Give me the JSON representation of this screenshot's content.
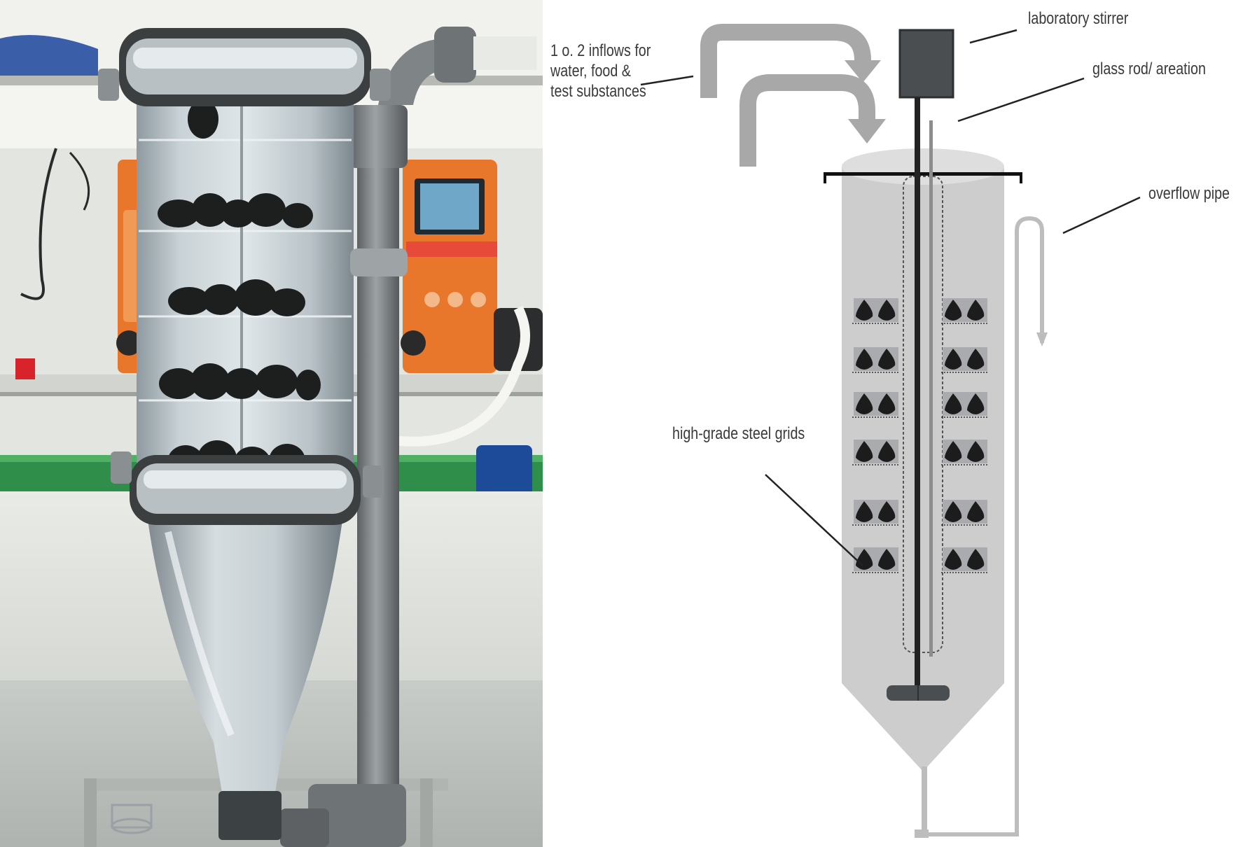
{
  "labels": {
    "inflows": {
      "line1": "1 o. 2 inflows for",
      "line2": "water, food &",
      "line3": "test substances"
    },
    "stirrer": "laboratory stirrer",
    "glass_rod": "glass rod/ areation",
    "overflow": "overflow pipe",
    "grids": "high-grade steel grids"
  },
  "colors": {
    "vessel_fill": "#cdcdcd",
    "vessel_top": "#dedede",
    "arrow_gray": "#a8a8a8",
    "stirrer_dark": "#4a4e50",
    "mussel": "#1c1c1c",
    "pipe_gray": "#bdbdbd"
  }
}
